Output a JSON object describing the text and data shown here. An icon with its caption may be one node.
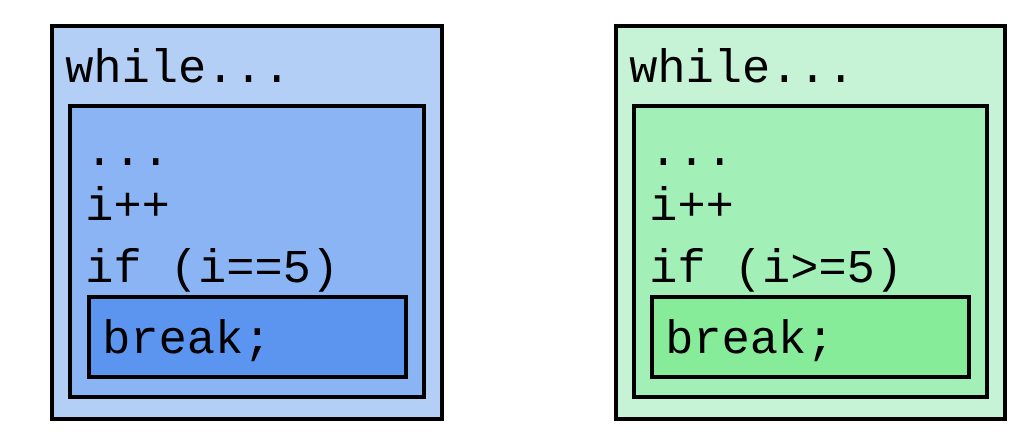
{
  "diagram": {
    "nodes": [
      {
        "text": [
          "while..."
        ]
      },
      {
        "text": [
          "...",
          "i++",
          "if (i==5)"
        ],
        "in": 0
      },
      {
        "text": [
          "break;"
        ],
        "in": 1
      },
      {
        "text": [
          "while..."
        ]
      },
      {
        "text": [
          "...",
          "i++",
          "if (i>=5)"
        ],
        "in": 3
      },
      {
        "text": [
          "break;"
        ],
        "in": 4
      }
    ]
  }
}
